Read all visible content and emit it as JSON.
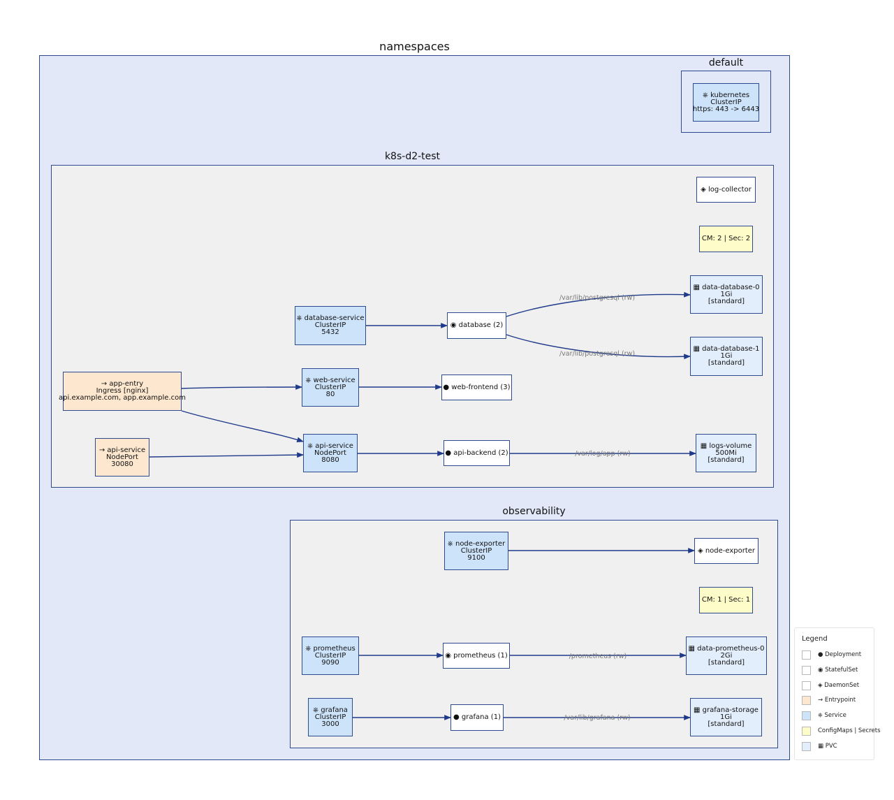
{
  "titles": {
    "namespaces": "namespaces",
    "default": "default",
    "k8s": "k8s-d2-test",
    "observability": "observability"
  },
  "nodes": {
    "kubernetes": [
      "⎈ kubernetes",
      "ClusterIP",
      "https: 443 -> 6443"
    ],
    "log_collector": [
      "◈ log-collector"
    ],
    "cm_k8s": [
      "CM: 2 | Sec: 2"
    ],
    "data_database_0": [
      "▦ data-database-0",
      "1Gi",
      "[standard]"
    ],
    "database_service": [
      "⎈ database-service",
      "ClusterIP",
      "5432"
    ],
    "database": [
      "◉ database (2)"
    ],
    "data_database_1": [
      "▦ data-database-1",
      "1Gi",
      "[standard]"
    ],
    "app_entry": [
      "→ app-entry",
      "Ingress [nginx]",
      "api.example.com, app.example.com"
    ],
    "web_service": [
      "⎈ web-service",
      "ClusterIP",
      "80"
    ],
    "web_frontend": [
      "● web-frontend (3)"
    ],
    "api_service_entry": [
      "→ api-service",
      "NodePort",
      "30080"
    ],
    "api_service": [
      "⎈ api-service",
      "NodePort",
      "8080"
    ],
    "api_backend": [
      "● api-backend (2)"
    ],
    "logs_volume": [
      "▦ logs-volume",
      "500Mi",
      "[standard]"
    ],
    "node_exporter_svc": [
      "⎈ node-exporter",
      "ClusterIP",
      "9100"
    ],
    "node_exporter": [
      "◈ node-exporter"
    ],
    "cm_obs": [
      "CM: 1 | Sec: 1"
    ],
    "prometheus_svc": [
      "⎈ prometheus",
      "ClusterIP",
      "9090"
    ],
    "prometheus": [
      "◉ prometheus (1)"
    ],
    "data_prometheus_0": [
      "▦ data-prometheus-0",
      "2Gi",
      "[standard]"
    ],
    "grafana_svc": [
      "⎈ grafana",
      "ClusterIP",
      "3000"
    ],
    "grafana": [
      "● grafana (1)"
    ],
    "grafana_storage": [
      "▦ grafana-storage",
      "1Gi",
      "[standard]"
    ]
  },
  "edge_labels": {
    "pg0": "/var/lib/postgresql (rw)",
    "pg1": "/var/lib/postgresql (rw)",
    "applog": "/var/log/app (rw)",
    "prom": "/prometheus (rw)",
    "graf": "/var/lib/grafana (rw)"
  },
  "legend": {
    "title": "Legend",
    "items": [
      {
        "label": "● Deployment",
        "color": "#ffffff"
      },
      {
        "label": "◉ StatefulSet",
        "color": "#ffffff"
      },
      {
        "label": "◈ DaemonSet",
        "color": "#ffffff"
      },
      {
        "label": "→ Entrypoint",
        "color": "#fde7cf"
      },
      {
        "label": "⎈ Service",
        "color": "#cde3fa"
      },
      {
        "label": "ConfigMaps | Secrets",
        "color": "#fefcc8"
      },
      {
        "label": "▦ PVC",
        "color": "#e3eefc"
      }
    ]
  },
  "colors": {
    "edge": "#1f3a8a",
    "border": "#2e4a8f",
    "service": "#cde3fa",
    "entrypoint": "#fde7cf",
    "pvc": "#e3eefc",
    "configmap": "#fefcc8"
  }
}
